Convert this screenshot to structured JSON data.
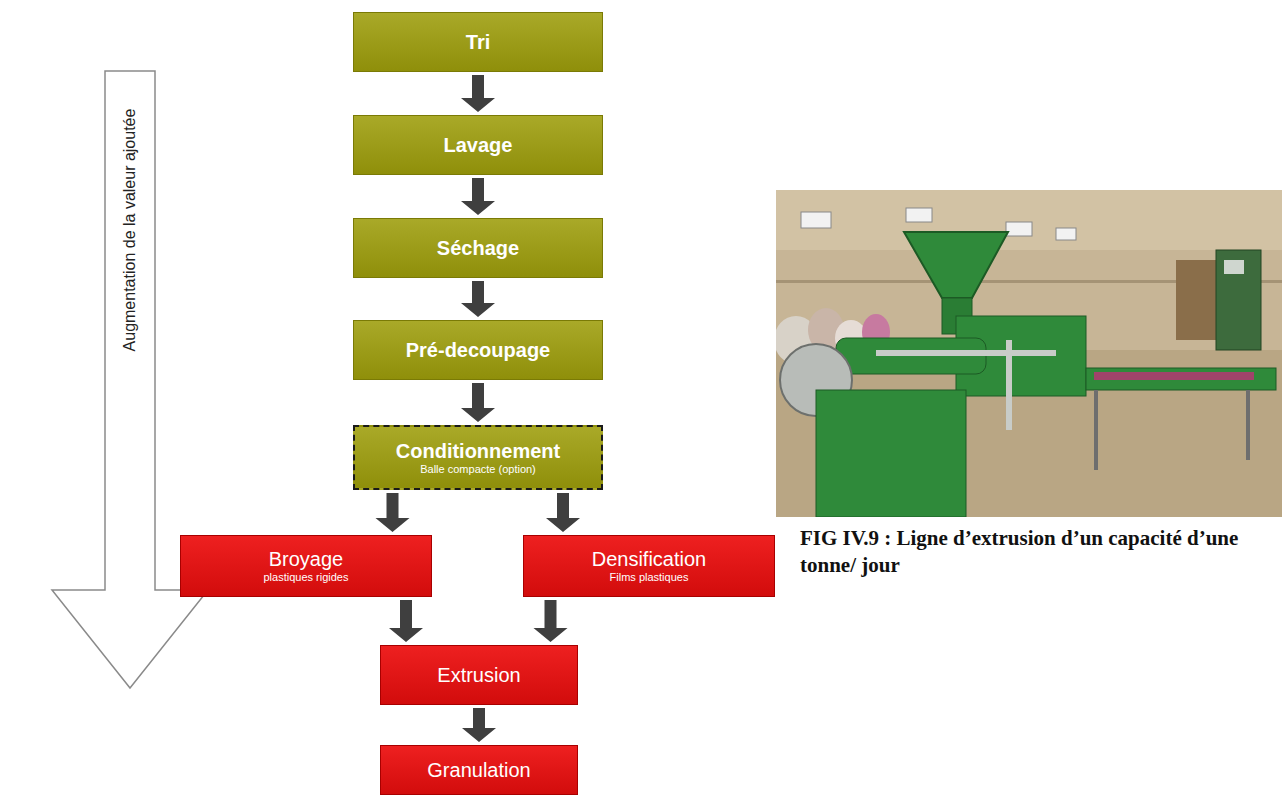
{
  "diagram": {
    "caption": "FIG IV.9 : Ligne d’extrusion d’un capacité d’une tonne/ jour",
    "nodes": [
      {
        "text": [
          "Augmentation de la valeur ajoutée"
        ]
      },
      {
        "text": [
          "Tri"
        ]
      },
      {
        "text": [
          "Lavage"
        ]
      },
      {
        "text": [
          "Séchage"
        ]
      },
      {
        "text": [
          "Pré-decoupage"
        ]
      },
      {
        "text": [
          "Conditionnement",
          "Balle compacte (option)"
        ]
      },
      {
        "text": [
          "Broyage",
          "plastiques rigides"
        ]
      },
      {
        "text": [
          "Densification",
          "Films plastiques"
        ]
      },
      {
        "text": [
          "Extrusion"
        ]
      },
      {
        "text": [
          "Granulation"
        ]
      }
    ],
    "edges": [
      {
        "from": 1,
        "to": 2,
        "arrow": "to"
      },
      {
        "from": 2,
        "to": 3,
        "arrow": "to"
      },
      {
        "from": 3,
        "to": 4,
        "arrow": "to"
      },
      {
        "from": 4,
        "to": 5,
        "arrow": "to"
      },
      {
        "from": 5,
        "to": 6,
        "arrow": "to"
      },
      {
        "from": 5,
        "to": 7,
        "arrow": "to"
      },
      {
        "from": 6,
        "to": 8,
        "arrow": "to"
      },
      {
        "from": 7,
        "to": 8,
        "arrow": "to"
      },
      {
        "from": 8,
        "to": 9,
        "arrow": "to"
      }
    ]
  }
}
